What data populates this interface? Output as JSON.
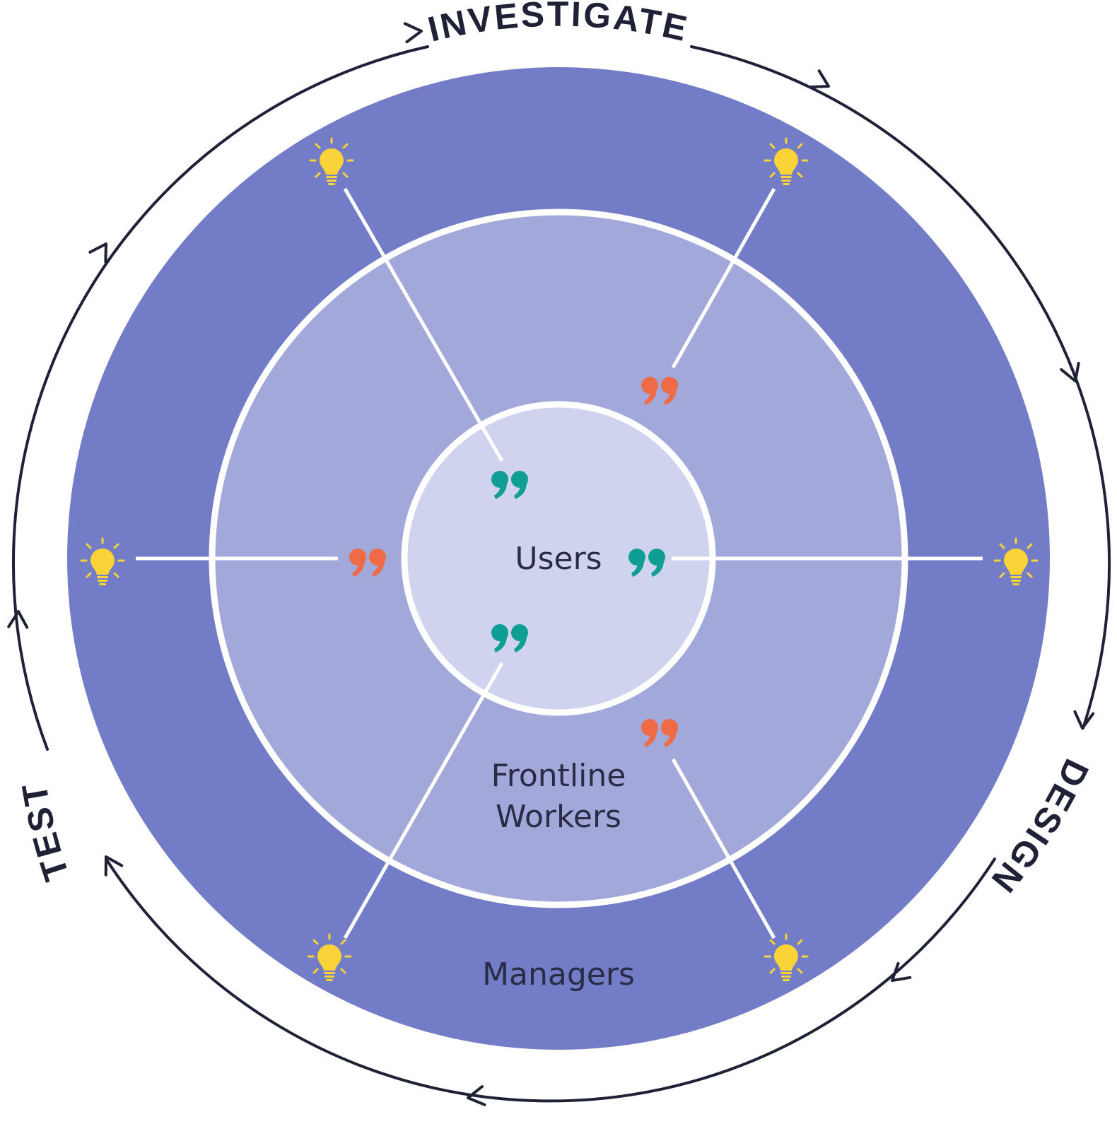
{
  "phases": {
    "investigate": "INVESTIGATE",
    "design": "DESIGN",
    "test": "TEST"
  },
  "zones": {
    "users": "Users",
    "frontline_line1": "Frontline",
    "frontline_line2": "Workers",
    "managers": "Managers"
  },
  "icons": {
    "idea": "lightbulb-icon",
    "quote": "quote-icon"
  },
  "colors": {
    "outer_ring": "#737CC6",
    "middle_ring": "#A2A8D9",
    "inner_circle": "#D0D3EE",
    "cycle_stroke": "#1F2236",
    "text": "#2A2C45",
    "divider": "#FFFFFF",
    "bulb": "#F9D338",
    "quote_teal": "#0E9E94",
    "quote_orange": "#EF6B45"
  }
}
